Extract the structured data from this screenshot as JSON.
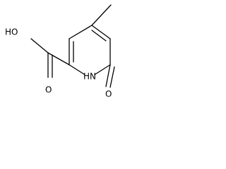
{
  "molecule": {
    "atoms": {
      "hydroxyl": "HO",
      "carbonyl_oxygen": "O",
      "ring_nitrogen": "HN",
      "lactam_oxygen": "O"
    }
  }
}
